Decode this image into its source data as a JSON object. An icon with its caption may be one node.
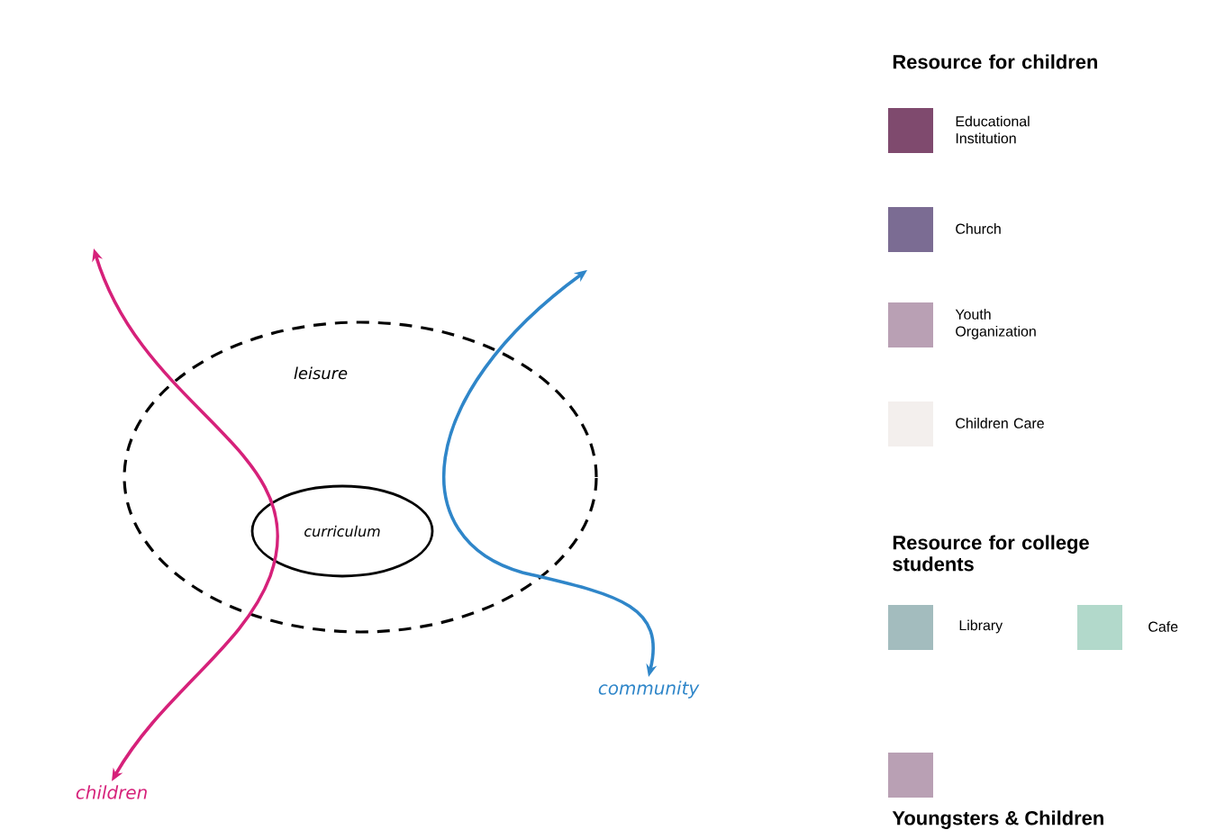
{
  "diagram": {
    "nodes": [
      {
        "text": [
          "leisure"
        ]
      },
      {
        "text": [
          "curriculum"
        ],
        "in": 0
      },
      {
        "text": [
          "children"
        ]
      },
      {
        "text": [
          "community"
        ]
      }
    ],
    "edges": [
      {
        "from": null,
        "to": 2,
        "arrow": "both",
        "color": "#d6217a"
      },
      {
        "from": null,
        "to": 3,
        "arrow": "both",
        "color": "#2f86c9"
      }
    ],
    "labels": [
      "Resource for children",
      "Resource for college students"
    ],
    "legend": [
      {
        "text": "Educational Institution",
        "color": "#7f4a6e"
      },
      {
        "text": "Church",
        "color": "#7b6c93"
      },
      {
        "text": "Youth Organization",
        "color": "#b9a0b4"
      },
      {
        "text": "Children Care",
        "color": "#f3efed"
      },
      {
        "text": "Library",
        "color": "#a3bcbe"
      },
      {
        "text": "Cafe",
        "color": "#b2d9cb"
      },
      {
        "text": "Youngsters & Children",
        "color": "#b9a0b4"
      }
    ]
  }
}
